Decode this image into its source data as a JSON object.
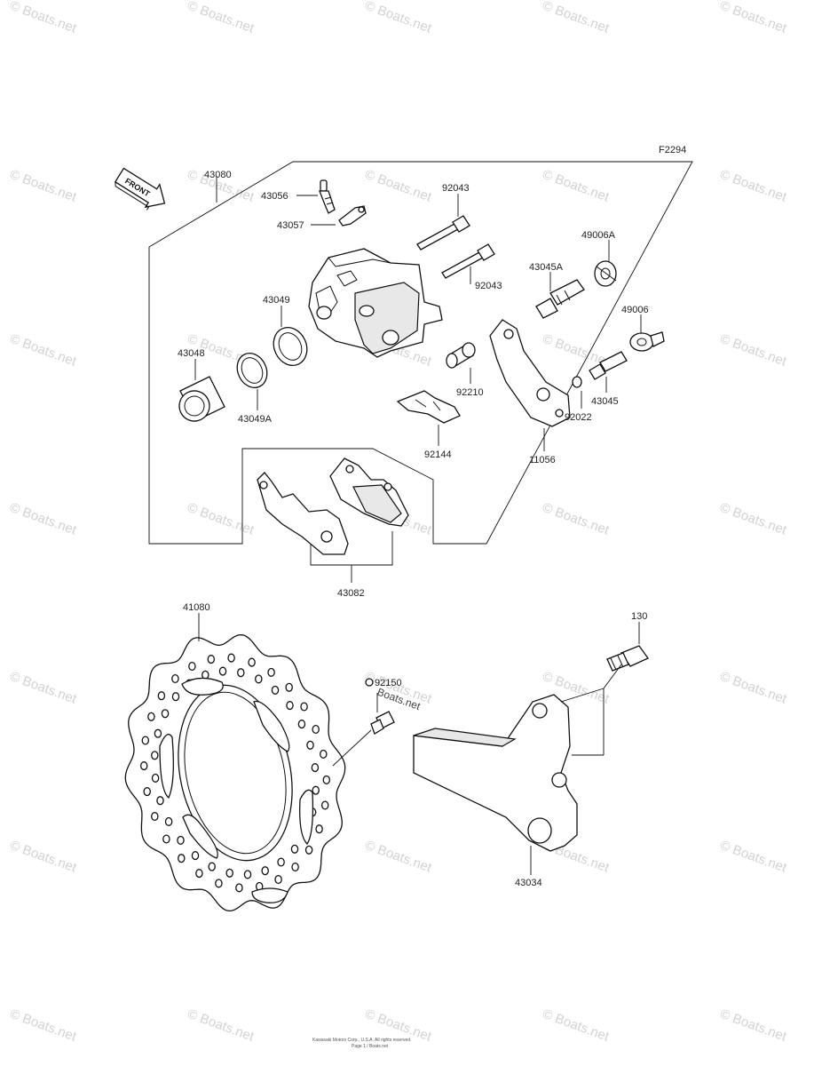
{
  "diagram": {
    "figure_code": "F2294",
    "front_arrow_label": "FRONT",
    "labels": {
      "43080": "43080",
      "43056": "43056",
      "43057": "43057",
      "92043a": "92043",
      "92043b": "92043",
      "49006A": "49006A",
      "43045A": "43045A",
      "49006": "49006",
      "43049": "43049",
      "43048": "43048",
      "43049A": "43049A",
      "92210": "92210",
      "92022": "92022",
      "43045": "43045",
      "92144": "92144",
      "11056": "11056",
      "43082": "43082",
      "41080": "41080",
      "130": "130",
      "92150": "92150",
      "43034": "43034"
    },
    "watermark_text": "© Boats.net",
    "inline_watermark_text": "Boats.net",
    "footer_line1": "Kawasaki Motors Corp., U.S.A. All rights reserved.",
    "footer_line2": "Page 1 / Boats.net"
  }
}
